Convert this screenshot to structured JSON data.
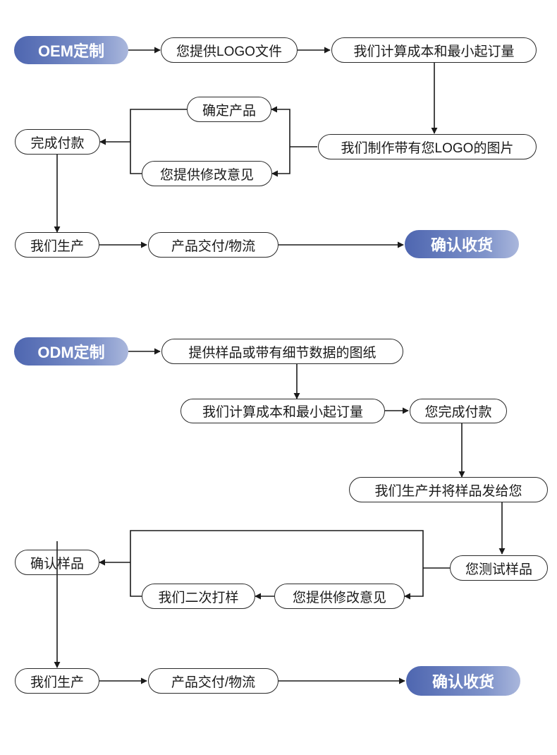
{
  "oem": {
    "start": "OEM定制",
    "logo_file": "您提供LOGO文件",
    "calc_cost": "我们计算成本和最小起订量",
    "make_image": "我们制作带有您LOGO的图片",
    "confirm_product": "确定产品",
    "provide_feedback": "您提供修改意见",
    "payment": "完成付款",
    "produce": "我们生产",
    "delivery": "产品交付/物流",
    "end": "确认收货"
  },
  "odm": {
    "start": "ODM定制",
    "provide_samples": "提供样品或带有细节数据的图纸",
    "calc_cost": "我们计算成本和最小起订量",
    "payment": "您完成付款",
    "send_samples": "我们生产并将样品发给您",
    "test_samples": "您测试样品",
    "provide_feedback": "您提供修改意见",
    "resample": "我们二次打样",
    "confirm_samples": "确认样品",
    "produce": "我们生产",
    "delivery": "产品交付/物流",
    "end": "确认收货"
  }
}
